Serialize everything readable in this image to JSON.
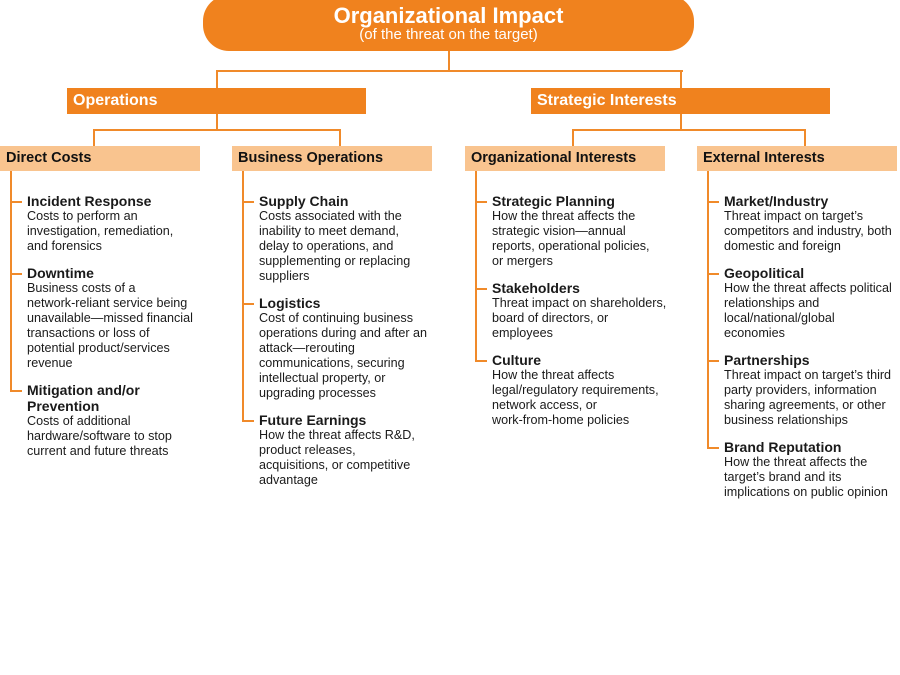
{
  "colors": {
    "primary": "#F0821E",
    "secondary": "#F9C48F",
    "connector": "#F08A2A"
  },
  "root": {
    "title": "Organizational Impact",
    "subtitle": "(of the threat on the target)"
  },
  "branches": [
    {
      "label": "Operations",
      "groups": [
        {
          "label": "Direct Costs",
          "items": [
            {
              "title": [
                "Incident Response"
              ],
              "desc": [
                "Costs to perform an",
                "investigation, remediation,",
                "and forensics"
              ]
            },
            {
              "title": [
                "Downtime"
              ],
              "desc": [
                "Business costs of a",
                "network-reliant service being",
                "unavailable—missed financial",
                "transactions or loss of",
                "potential product/services",
                "revenue"
              ]
            },
            {
              "title": [
                "Mitigation and/or",
                "Prevention"
              ],
              "desc": [
                "Costs of additional",
                "hardware/software to stop",
                "current and future threats"
              ]
            }
          ]
        },
        {
          "label": "Business Operations",
          "items": [
            {
              "title": [
                "Supply Chain"
              ],
              "desc": [
                "Costs associated with the",
                "inability to meet demand,",
                "delay to operations, and",
                "supplementing or replacing",
                "suppliers"
              ]
            },
            {
              "title": [
                "Logistics"
              ],
              "desc": [
                "Cost of continuing business",
                "operations during and after an",
                "attack—rerouting",
                "communications, securing",
                "intellectual property, or",
                "upgrading processes"
              ]
            },
            {
              "title": [
                "Future Earnings"
              ],
              "desc": [
                "How the threat affects R&D,",
                "product releases,",
                "acquisitions, or competitive",
                "advantage"
              ]
            }
          ]
        }
      ]
    },
    {
      "label": "Strategic Interests",
      "groups": [
        {
          "label": "Organizational Interests",
          "items": [
            {
              "title": [
                "Strategic Planning"
              ],
              "desc": [
                "How the threat affects the",
                "strategic vision—annual",
                "reports, operational policies,",
                "or mergers"
              ]
            },
            {
              "title": [
                "Stakeholders"
              ],
              "desc": [
                "Threat impact on shareholders,",
                "board of directors, or",
                "employees"
              ]
            },
            {
              "title": [
                "Culture"
              ],
              "desc": [
                "How the threat affects",
                "legal/regulatory requirements,",
                "network access, or",
                "work-from-home policies"
              ]
            }
          ]
        },
        {
          "label": "External Interests",
          "items": [
            {
              "title": [
                "Market/Industry"
              ],
              "desc": [
                "Threat impact on target’s",
                "competitors and industry, both",
                "domestic and foreign"
              ]
            },
            {
              "title": [
                "Geopolitical"
              ],
              "desc": [
                "How the threat affects political",
                "relationships and",
                "local/national/global",
                "economies"
              ]
            },
            {
              "title": [
                "Partnerships"
              ],
              "desc": [
                "Threat impact on target’s third",
                "party providers, information",
                "sharing agreements, or other",
                "business relationships"
              ]
            },
            {
              "title": [
                "Brand Reputation"
              ],
              "desc": [
                "How the threat affects the",
                "target’s brand and its",
                "implications on public opinion"
              ]
            }
          ]
        }
      ]
    }
  ]
}
